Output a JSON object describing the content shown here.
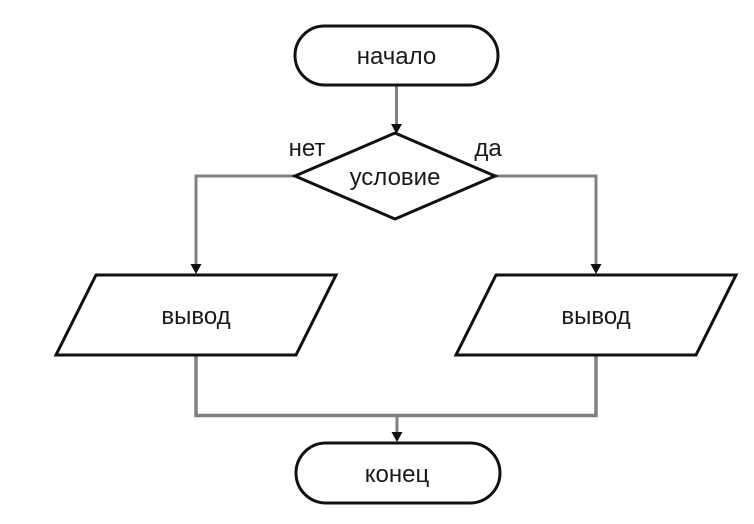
{
  "flowchart": {
    "nodes": {
      "start": {
        "type": "terminator",
        "label": "начало"
      },
      "condition": {
        "type": "decision",
        "label": "условие"
      },
      "output_left": {
        "type": "input-output",
        "label": "вывод"
      },
      "output_right": {
        "type": "input-output",
        "label": "вывод"
      },
      "end": {
        "type": "terminator",
        "label": "конец"
      }
    },
    "branch_labels": {
      "no": "нет",
      "yes": "да"
    },
    "colors": {
      "shape_stroke": "#111111",
      "connector": "#808080",
      "arrowhead": "#111111",
      "text": "#1a1a1a",
      "shape_fill": "#ffffff",
      "background": "#ffffff"
    }
  }
}
